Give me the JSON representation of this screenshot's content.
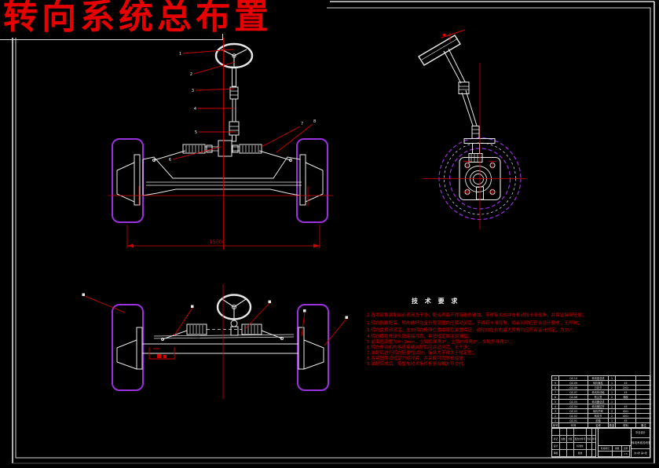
{
  "header": {
    "title": "转向系统总布置"
  },
  "front_view": {
    "track_dimension": "1500",
    "item_labels": [
      "1",
      "2",
      "3",
      "4",
      "5",
      "6",
      "7",
      "8"
    ]
  },
  "tech": {
    "heading": "技 术 要 求",
    "lines": [
      "1.各零部件装配前必须清洗干净，配合表面不得有碰伤锈蚀，不得有大的冲击松动和卡滞现象，并保证操纵轻便；",
      "2.转向器装配后，转向螺杆在全行程范围内应转动灵活，不得有卡滞现象，啮合间隙应符合设计要求，无异响；",
      "3.转向盘转动灵活，左右转向极限位置由限位装置保证，前轮向左右的最大转角均应符合设计规定，为35°；",
      "4.转向横拉杆球头销连接可靠，并按规定加注润滑脂；",
      "5.前束值调整为0~2mm，主销后倾角2°，主销内倾角8°，车轮外倾角1°；",
      "6.转向传动机构各连接处装配后应运动灵活、无干涉；",
      "7.装配后进行转向轻便性试验，操纵力不得大于规定值；",
      "8.各紧固件按规定力矩拧紧，并采取可靠防松措施；",
      "9.装配完成后，按整车技术条件检验合格方可交付。"
    ]
  },
  "bom": {
    "headers": [
      "序号",
      "代号",
      "名称",
      "数量",
      "材料",
      "备注"
    ],
    "rows": [
      [
        "10",
        "QZ-10",
        "转向盘总成",
        "1",
        "",
        ""
      ],
      [
        "9",
        "QZ-09",
        "转向管柱",
        "1",
        "45",
        ""
      ],
      [
        "8",
        "QZ-08",
        "万向节",
        "2",
        "20Cr",
        ""
      ],
      [
        "7",
        "QZ-07",
        "转向传动轴",
        "1",
        "45",
        ""
      ],
      [
        "6",
        "QZ-06",
        "防尘罩",
        "2",
        "橡胶",
        ""
      ],
      [
        "5",
        "QZ-05",
        "转向器总成",
        "1",
        "",
        ""
      ],
      [
        "4",
        "QZ-04",
        "转向横拉杆",
        "1",
        "45",
        ""
      ],
      [
        "3",
        "QZ-03",
        "转向节臂",
        "2",
        "40Cr",
        ""
      ],
      [
        "2",
        "QZ-02",
        "转向节",
        "2",
        "40Cr",
        ""
      ],
      [
        "1",
        "QZ-01",
        "前轴",
        "1",
        "45",
        ""
      ]
    ]
  },
  "title_block": {
    "sig_labels": [
      "标记",
      "处数",
      "分区",
      "更改文件号",
      "签名",
      "年月日"
    ],
    "role_design": "设计",
    "role_check": "审核",
    "role_std": "标准化",
    "role_approve": "批准",
    "stage_label": "阶段标记",
    "weight_label": "重量",
    "scale_label": "比例",
    "scale_value": "1:5",
    "org": "毕业设计",
    "drawing_title": "转向系统总布置",
    "sheet_info": "共1张 第1张"
  },
  "colors": {
    "background": "#000000",
    "line_white": "#e8e8e8",
    "wheel_magenta": "#9b30dd",
    "dimension_red": "#d40000",
    "title_red": "#e60000"
  }
}
